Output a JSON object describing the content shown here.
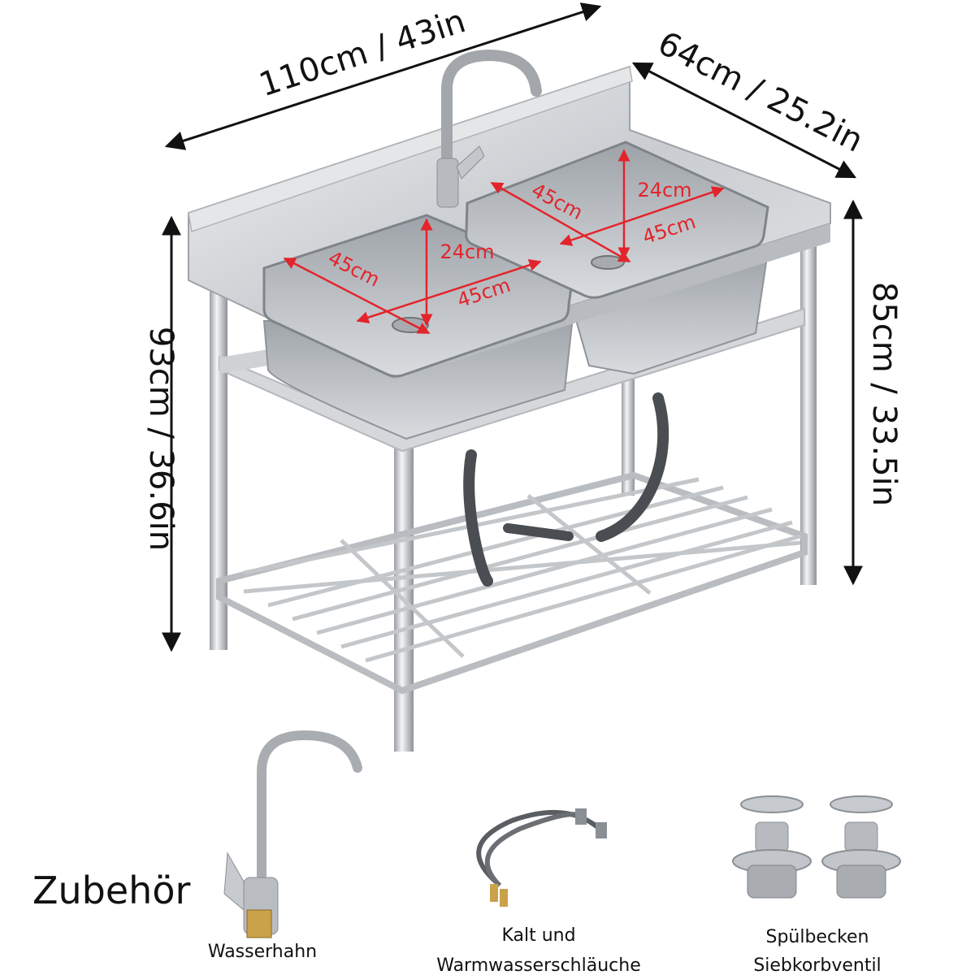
{
  "dimensions": {
    "width": "110cm / 43in",
    "depth": "64cm / 25.2in",
    "total_height": "93cm / 36.6in",
    "counter_height": "85cm / 33.5in"
  },
  "basin_left": {
    "width": "45cm",
    "length": "45cm",
    "depth": "24cm"
  },
  "basin_right": {
    "width": "45cm",
    "length": "45cm",
    "depth": "24cm"
  },
  "accessories": {
    "title": "Zubehör",
    "faucet": "Wasserhahn",
    "hoses_line1": "Kalt und",
    "hoses_line2": "Warmwasserschläuche",
    "strainer_line1": "Spülbecken",
    "strainer_line2": "Siebkorbventil"
  },
  "colors": {
    "annotation": "#e3242b",
    "steel": "#c9ccd0",
    "dark_steel": "#8a8f95"
  }
}
